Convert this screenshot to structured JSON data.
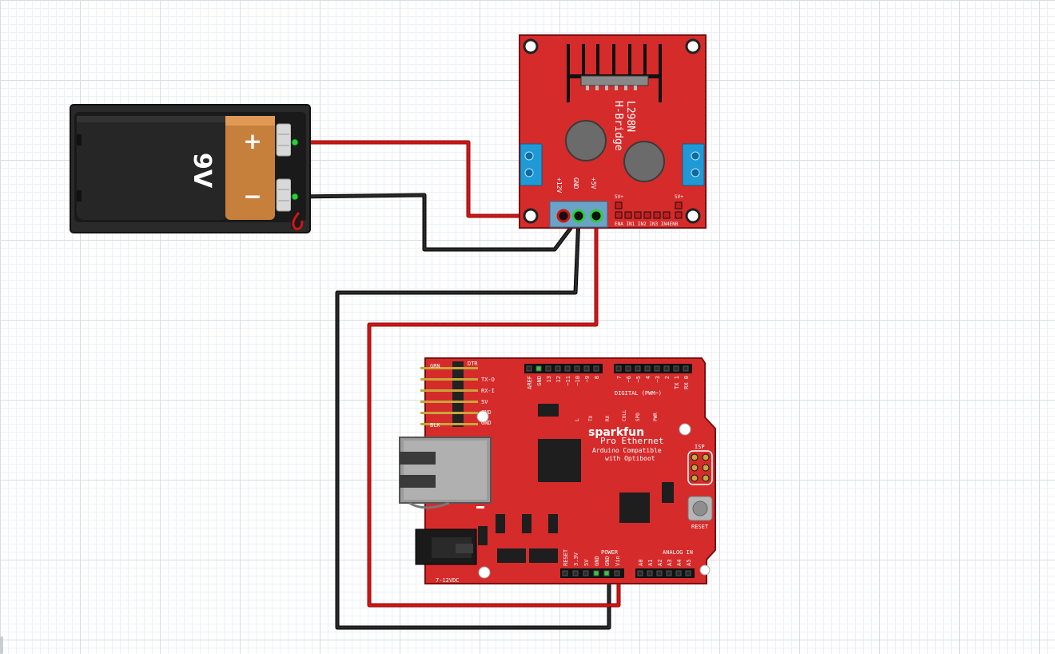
{
  "battery": {
    "label": "9V",
    "plus": "+",
    "minus": "−"
  },
  "hbridge": {
    "name_line1": "L298N",
    "name_line2": "H-Bridge",
    "pin_12v": "+12V",
    "pin_gnd": "GND",
    "pin_5v": "+5V",
    "ena_5v": "5V+",
    "enb_5v": "5V+",
    "ctrl_label": "ENA IN1 IN2 IN3 IN4ENB"
  },
  "arduino": {
    "brand": "sparkfun",
    "model": "Pro Ethernet",
    "subtitle1": "Arduino Compatible",
    "subtitle2": "with Optiboot",
    "ftdi": {
      "grn": "GRN",
      "blk": "BLK",
      "dtr": "DTR",
      "tx": "TX-O",
      "rx": "RX-I",
      "v5": "5V",
      "gnd1": "GND",
      "gnd2": "GND"
    },
    "digital_label": "DIGITAL (PWM~)",
    "digital_pins": [
      "AREF",
      "GND",
      "13",
      "12",
      "~11",
      "~10",
      "~9",
      "8",
      "7",
      "~6",
      "~5",
      "4",
      "~3",
      "2",
      "TX 1",
      "RX 0"
    ],
    "power_label": "POWER",
    "power_pins": [
      "RESET",
      "3.3V",
      "5V",
      "GND",
      "GND",
      "Vin"
    ],
    "analog_label": "ANALOG IN",
    "analog_pins": [
      "A0",
      "A1",
      "A2",
      "A3",
      "A4",
      "A5"
    ],
    "isp": "ISP",
    "reset": "RESET",
    "vin_range": "7-12VDC",
    "leds": [
      "L",
      "TX",
      "RX",
      "COLL",
      "SPD",
      "PWR"
    ]
  },
  "colors": {
    "board_red": "#d62b2b",
    "wire_red": "#cc1010",
    "wire_black": "#1e1e1e",
    "terminal_blue": "#1f9ad6"
  }
}
